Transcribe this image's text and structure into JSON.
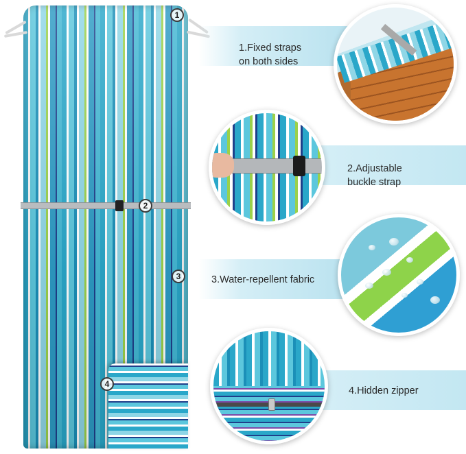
{
  "cushion": {
    "markers": [
      "1",
      "2",
      "3",
      "4"
    ]
  },
  "features": [
    {
      "number": "1",
      "label_line1": "1.Fixed straps",
      "label_line2": "on both sides"
    },
    {
      "number": "2",
      "label_line1": "2.Adjustable",
      "label_line2": "buckle strap"
    },
    {
      "number": "3",
      "label_line1": "3.Water-repellent fabric",
      "label_line2": ""
    },
    {
      "number": "4",
      "label_line1": "4.Hidden zipper",
      "label_line2": ""
    }
  ],
  "colors": {
    "stripe_teal": "#2aa7c9",
    "stripe_light": "#8fd6e6",
    "stripe_green": "#9bd14a",
    "stripe_navy": "#1f3f8a",
    "banner": "#b9e2ef",
    "strap_grey": "#b9bcbf",
    "wood": "#c8742f"
  }
}
